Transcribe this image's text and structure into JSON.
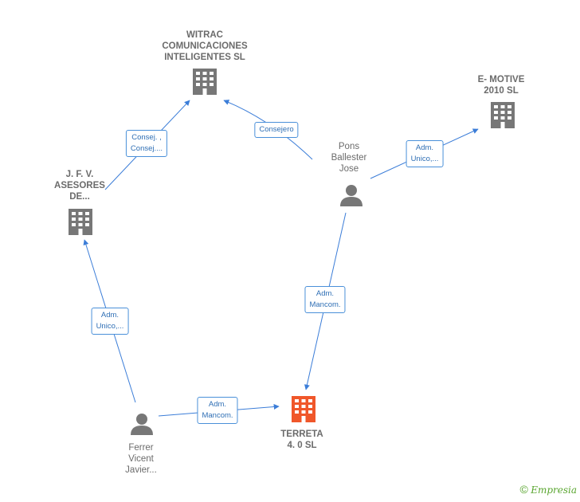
{
  "nodes": {
    "witrac": {
      "label": "WITRAC\nCOMUNICACIONES\nINTELIGENTES SL",
      "type": "company"
    },
    "emotive": {
      "label": "E- MOTIVE\n2010 SL",
      "type": "company"
    },
    "jfv": {
      "label": "J.  F. V.\nASESORES\nDE...",
      "type": "company"
    },
    "pons": {
      "label": "Pons\nBallester\nJose",
      "type": "person"
    },
    "terreta": {
      "label": "TERRETA\n4. 0  SL",
      "type": "company-focus"
    },
    "ferrer": {
      "label": "Ferrer\nVicent\nJavier...",
      "type": "person"
    }
  },
  "edges": {
    "jfv_witrac": "Consej. ,\nConsej....",
    "pons_witrac": "Consejero",
    "pons_emotive": "Adm.\nUnico,...",
    "ferrer_jfv": "Adm.\nUnico,...",
    "pons_terreta": "Adm.\nMancom.",
    "ferrer_terreta": "Adm.\nMancom."
  },
  "colors": {
    "edge": "#3b7dd8",
    "company": "#777777",
    "focus": "#f0572a",
    "person": "#777777"
  },
  "footer": {
    "copyright": "©",
    "brand": "Empresia"
  }
}
